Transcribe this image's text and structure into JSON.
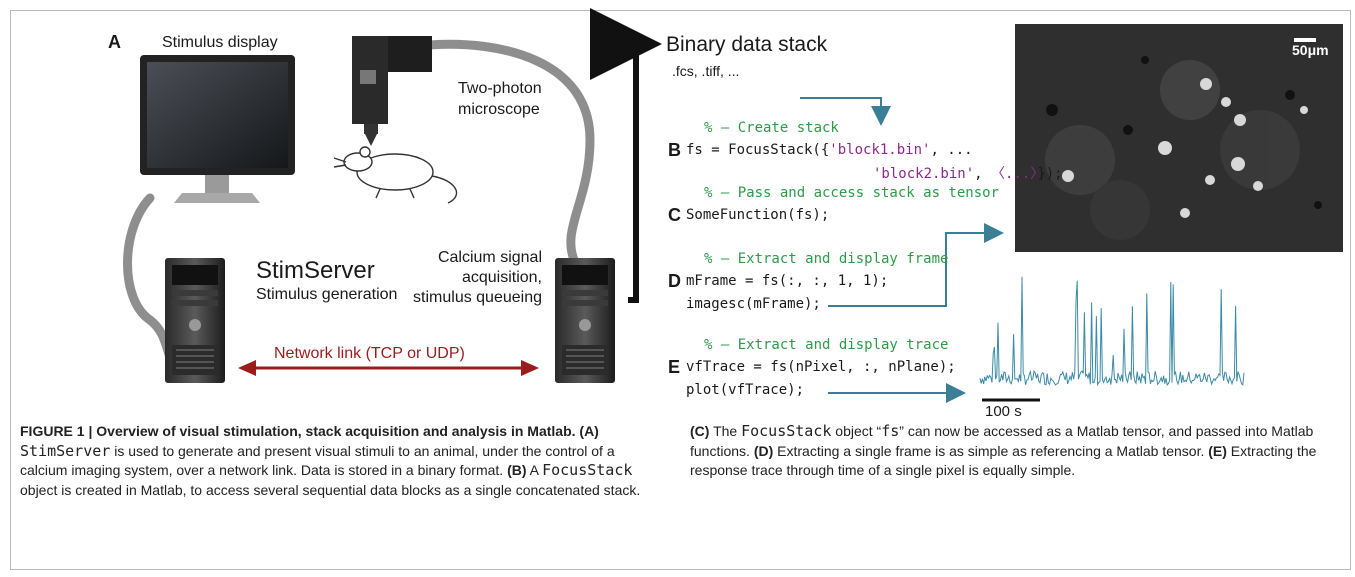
{
  "figure": {
    "panel_a": "A",
    "stimulus_display": "Stimulus display",
    "microscope": [
      "Two-photon",
      "microscope"
    ],
    "stimserver_title": "StimServer",
    "stimserver_sub": "Stimulus generation",
    "calcium": [
      "Calcium signal",
      "acquisition,",
      "stimulus queueing"
    ],
    "network_link": "Network link (TCP or UDP)",
    "binary_title": "Binary data stack",
    "binary_formats": ".fcs, .tiff, ...",
    "scale_bar": "50μm",
    "time_scale": "100 s",
    "code": {
      "b_comment": "% — Create stack",
      "b_label": "B",
      "b_line1_pre": "fs = FocusStack({",
      "b_line1_str": "'block1.bin'",
      "b_line1_post": ", ...",
      "b_line2_str1": "'block2.bin'",
      "b_line2_mid": ", ",
      "b_line2_str2": "〈...〉",
      "b_line2_post": "});",
      "c_comment": "% — Pass and access stack as tensor",
      "c_label": "C",
      "c_line1": "SomeFunction(fs);",
      "d_comment": "% — Extract and display frame",
      "d_label": "D",
      "d_line1": "mFrame = fs(:, :, 1, 1);",
      "d_line2": "imagesc(mFrame);",
      "e_comment": "% — Extract and display trace",
      "e_label": "E",
      "e_line1": "vfTrace = fs(nPixel, :, nPlane);",
      "e_line2": "plot(vfTrace);"
    }
  },
  "caption": {
    "heading": "FIGURE 1 | Overview of visual stimulation, stack acquisition and analysis in Matlab.",
    "a_tag": "(A)",
    "a_mono": "StimServer",
    "a_text": " is used to generate and present visual stimuli to an animal, under the control of a calcium imaging system, over a network link. Data is stored in a binary format. ",
    "b_tag": "(B)",
    "b_pre": " A ",
    "b_mono": "FocusStack",
    "b_text": " object is created in Matlab, to access several sequential data blocks as a single concatenated stack. ",
    "c_tag": "(C)",
    "c_pre": " The ",
    "c_mono": "FocusStack",
    "c_mid": " object “",
    "c_mono2": "fs",
    "c_text": "” can now be accessed as a Matlab tensor, and passed into Matlab functions. ",
    "d_tag": "(D)",
    "d_text": " Extracting a single frame is as simple as referencing a Matlab tensor. ",
    "e_tag": "(E)",
    "e_text": " Extracting the response trace through time of a single pixel is equally simple."
  },
  "colors": {
    "network_arrow": "#9b1c1c",
    "teal_arrow": "#3a7f96",
    "comment": "#2f9a48",
    "string": "#8b2a8a",
    "trace": "#3b8aa6"
  }
}
